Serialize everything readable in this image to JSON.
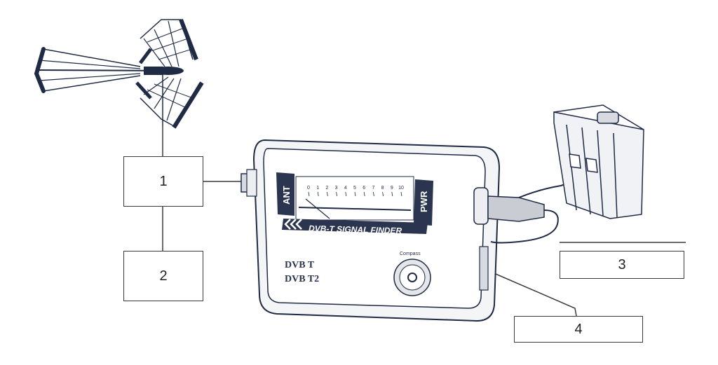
{
  "labels": {
    "box1": "1",
    "box2": "2",
    "box3": "3",
    "box4": "4"
  },
  "device": {
    "ant_label": "ANT",
    "pwr_label": "PWR",
    "banner": "DVB-T SIGNAL FINDER",
    "meter_ticks": [
      "0",
      "1",
      "2",
      "3",
      "4",
      "5",
      "6",
      "7",
      "8",
      "9",
      "10"
    ],
    "compass_label": "Compass",
    "logo_top": "DVB T",
    "logo_bottom": "DVB T2"
  },
  "colors": {
    "ink": "#1f2a44",
    "device_fill": "#f4f5f7",
    "dark_panel": "#2b3550",
    "line": "#3a3a3a"
  }
}
